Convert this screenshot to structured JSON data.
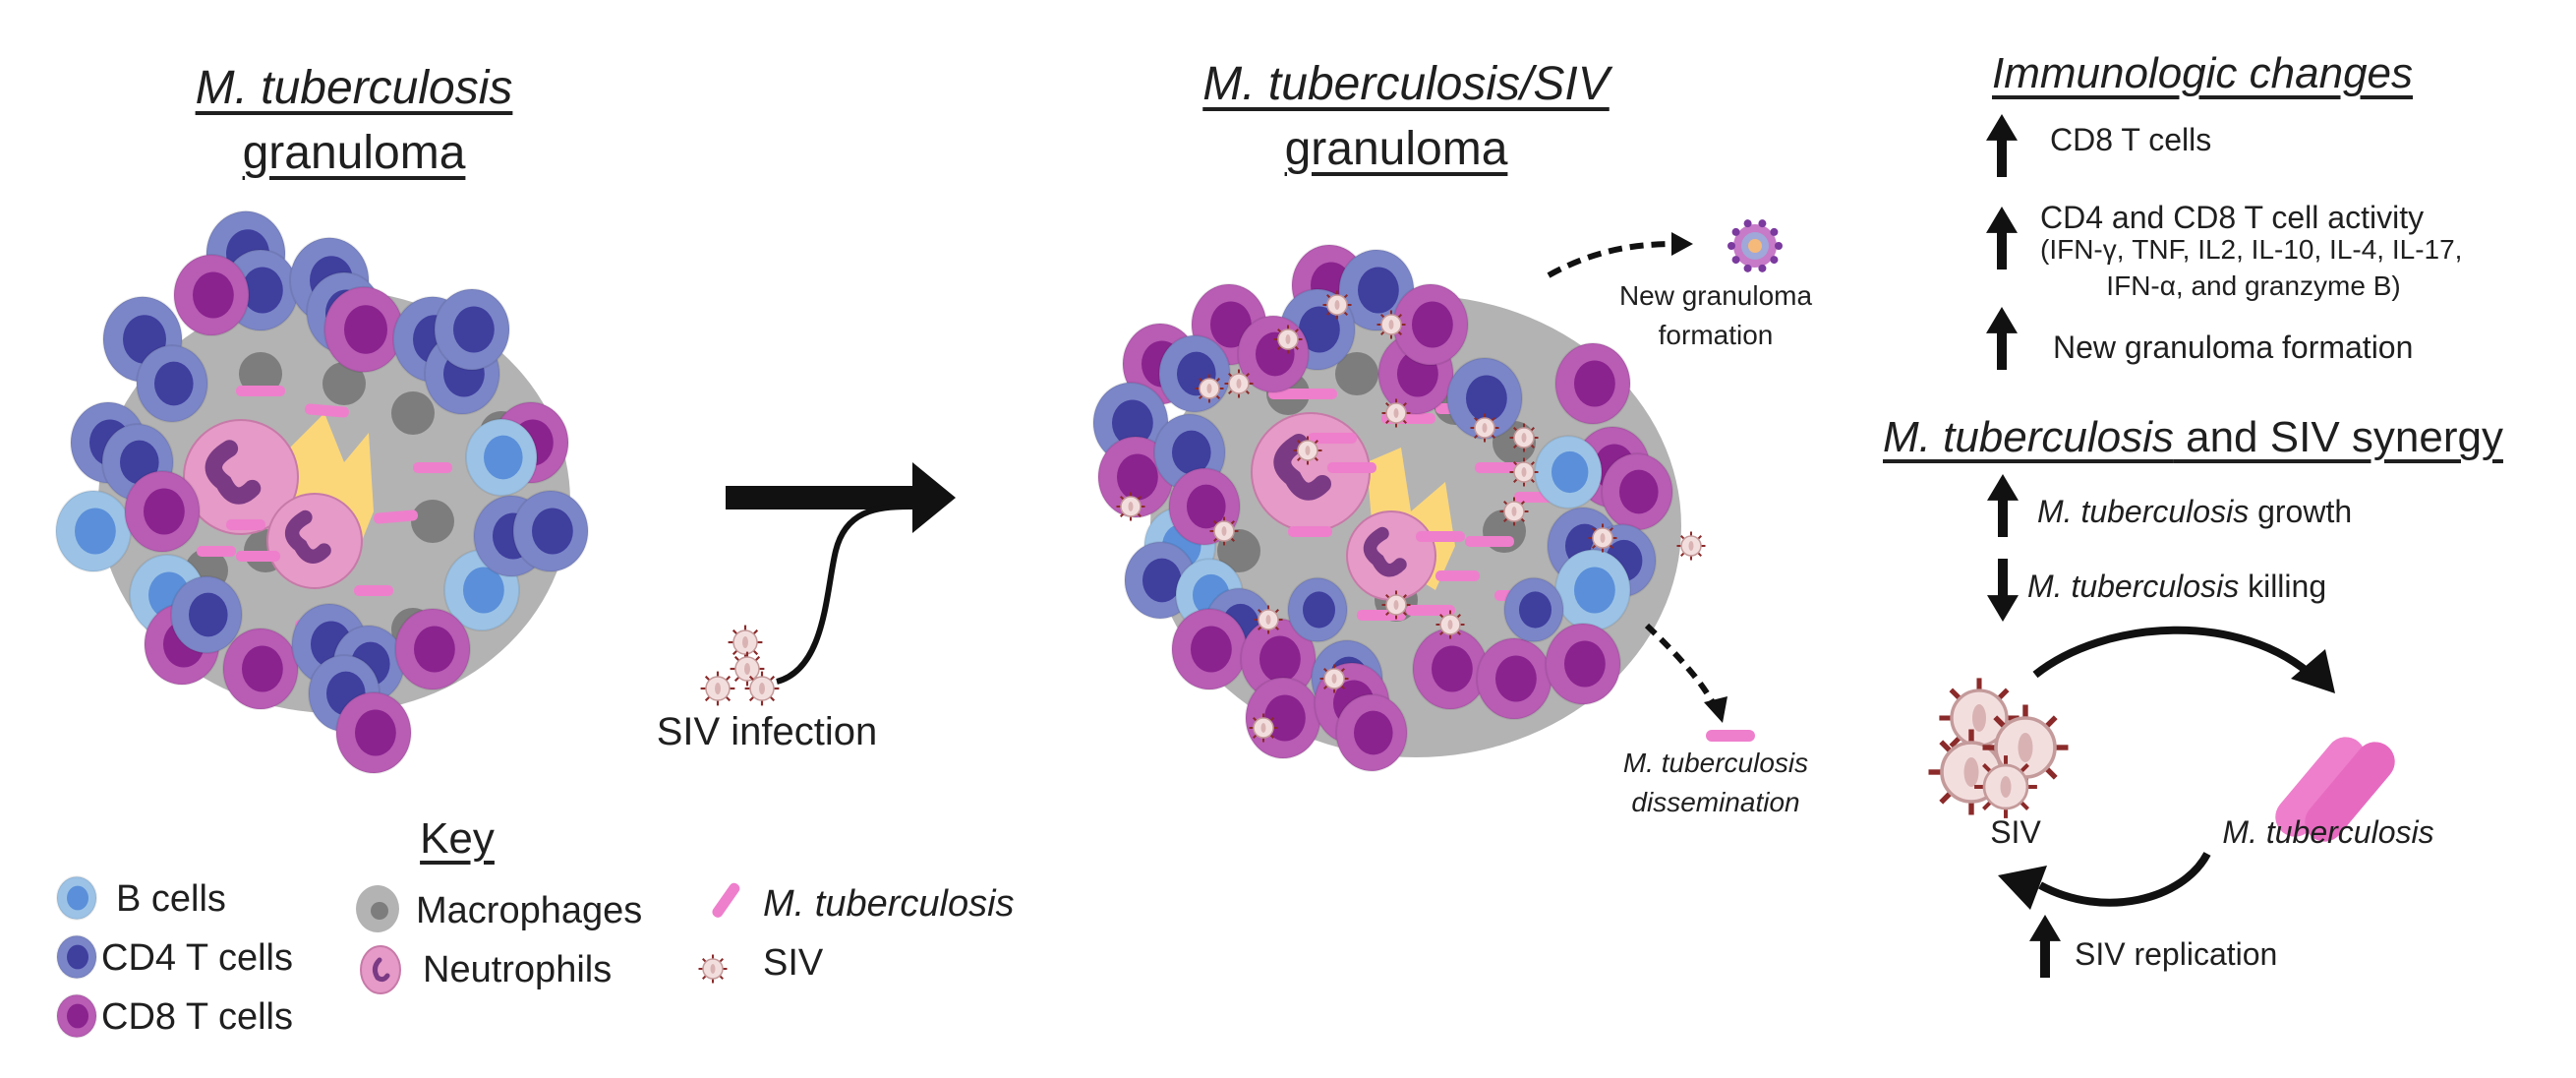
{
  "left_panel": {
    "title_line1": "M. tuberculosis",
    "title_line2": "granuloma"
  },
  "transition": {
    "label": "SIV infection"
  },
  "middle_panel": {
    "title_line1": "M. tuberculosis/SIV",
    "title_line2": "granuloma",
    "new_granuloma_line1": "New granuloma",
    "new_granuloma_line2": "formation",
    "dissemination_line1": "M. tuberculosis",
    "dissemination_line2": "dissemination"
  },
  "immunologic": {
    "title": "Immunologic changes",
    "items": [
      {
        "direction": "up",
        "text": "CD8 T cells"
      },
      {
        "direction": "up",
        "text": "CD4 and CD8  T cell  activity",
        "detail_line1": "(IFN-γ, TNF, IL2, IL-10, IL-4, IL-17,",
        "detail_line2": "IFN-α, and granzyme B)"
      },
      {
        "direction": "up",
        "text": "New granuloma formation"
      }
    ]
  },
  "synergy": {
    "title_italic": "M. tuberculosis",
    "title_rest": " and SIV synergy",
    "items": [
      {
        "direction": "up",
        "italic": "M. tuberculosis",
        "text": " growth"
      },
      {
        "direction": "down",
        "italic": "M. tuberculosis",
        "text": " killing"
      }
    ],
    "cycle": {
      "left_label": "SIV",
      "right_label": "M. tuberculosis",
      "bottom": {
        "direction": "up",
        "text": "SIV  replication"
      }
    }
  },
  "key": {
    "title": "Key",
    "items": [
      {
        "label": "B cells",
        "icon": "b-cell-icon"
      },
      {
        "label": "CD4 T cells",
        "icon": "cd4-cell-icon"
      },
      {
        "label": "CD8 T cells",
        "icon": "cd8-cell-icon"
      },
      {
        "label": "Macrophages",
        "icon": "macrophage-icon"
      },
      {
        "label": "Neutrophils",
        "icon": "neutrophil-icon"
      },
      {
        "label": "M. tuberculosis",
        "icon": "bacterium-icon",
        "italic": true
      },
      {
        "label": "SIV",
        "icon": "virus-icon"
      }
    ]
  },
  "colors": {
    "b_cell_outer": "#9cc3e6",
    "b_cell_inner": "#5b8fd9",
    "cd4_outer": "#7b86c8",
    "cd4_inner": "#3f3f9e",
    "cd8_outer": "#b85cb4",
    "cd8_inner": "#8a238e",
    "macrophage": "#b3b3b3",
    "macrophage_nucleus": "#7d7d7d",
    "neutrophil": "#e59ac7",
    "neutrophil_nucleus": "#7a3a84",
    "necrotic_core": "#fbd77a",
    "bacterium": "#ee7fcc",
    "virus": "#f3dede",
    "virus_spike": "#8b2a2a",
    "arrow": "#111111"
  }
}
